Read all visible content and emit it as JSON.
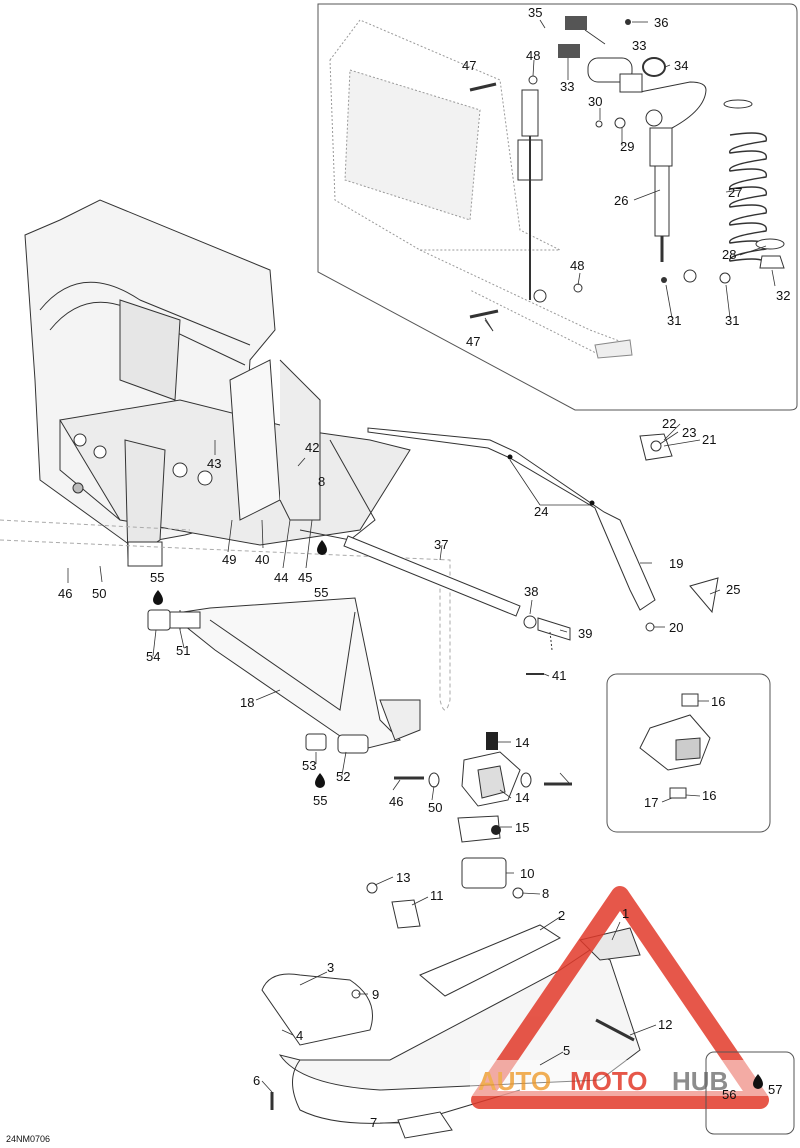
{
  "diagram": {
    "ref_code": "24NM0706",
    "callouts": [
      "1",
      "2",
      "3",
      "4",
      "5",
      "6",
      "7",
      "8",
      "8",
      "9",
      "10",
      "11",
      "12",
      "13",
      "14",
      "14",
      "15",
      "16",
      "16",
      "17",
      "18",
      "19",
      "20",
      "21",
      "22",
      "23",
      "24",
      "25",
      "26",
      "27",
      "28",
      "29",
      "30",
      "31",
      "31",
      "32",
      "33",
      "33",
      "34",
      "35",
      "36",
      "37",
      "38",
      "39",
      "40",
      "41",
      "42",
      "43",
      "44",
      "45",
      "46",
      "46",
      "47",
      "47",
      "48",
      "48",
      "49",
      "50",
      "50",
      "51",
      "52",
      "53",
      "54",
      "55",
      "55",
      "55",
      "56",
      "57"
    ]
  },
  "watermark": {
    "text_left": "AUTO",
    "text_mid": "MOTO",
    "text_right": "HUB",
    "color_red": "#e23a2a",
    "color_orange": "#f0a23a",
    "color_grey": "#7a7a7a"
  },
  "colors": {
    "line": "#2a2a2a",
    "panel_border": "#555555"
  }
}
